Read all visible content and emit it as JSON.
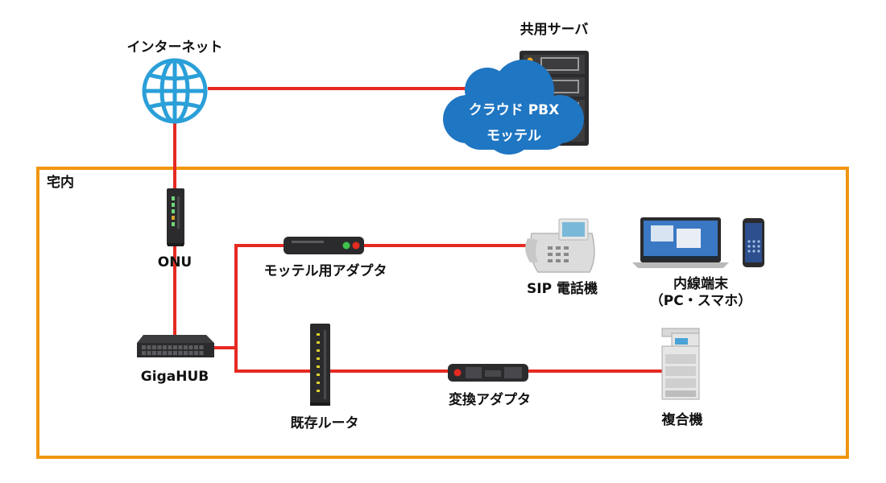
{
  "nodes": {
    "internet": "インターネット",
    "server": "共用サーバ",
    "cloud_line1": "クラウド PBX",
    "cloud_line2": "モッテル",
    "premises": "宅内",
    "onu": "ONU",
    "hub": "GigaHUB",
    "motteru_adapter": "モッテル用アダプタ",
    "sip_phone": "SIP 電話機",
    "extension_line1": "内線端末",
    "extension_line2": "（PC・スマホ）",
    "router": "既存ルータ",
    "converter": "変換アダプタ",
    "mfp": "複合機"
  },
  "colors": {
    "connection": "#e52a22",
    "premises_border": "#f0960f",
    "globe": "#2a9fd8",
    "cloud": "#1f76c2",
    "device_dark": "#2b2b2d"
  }
}
